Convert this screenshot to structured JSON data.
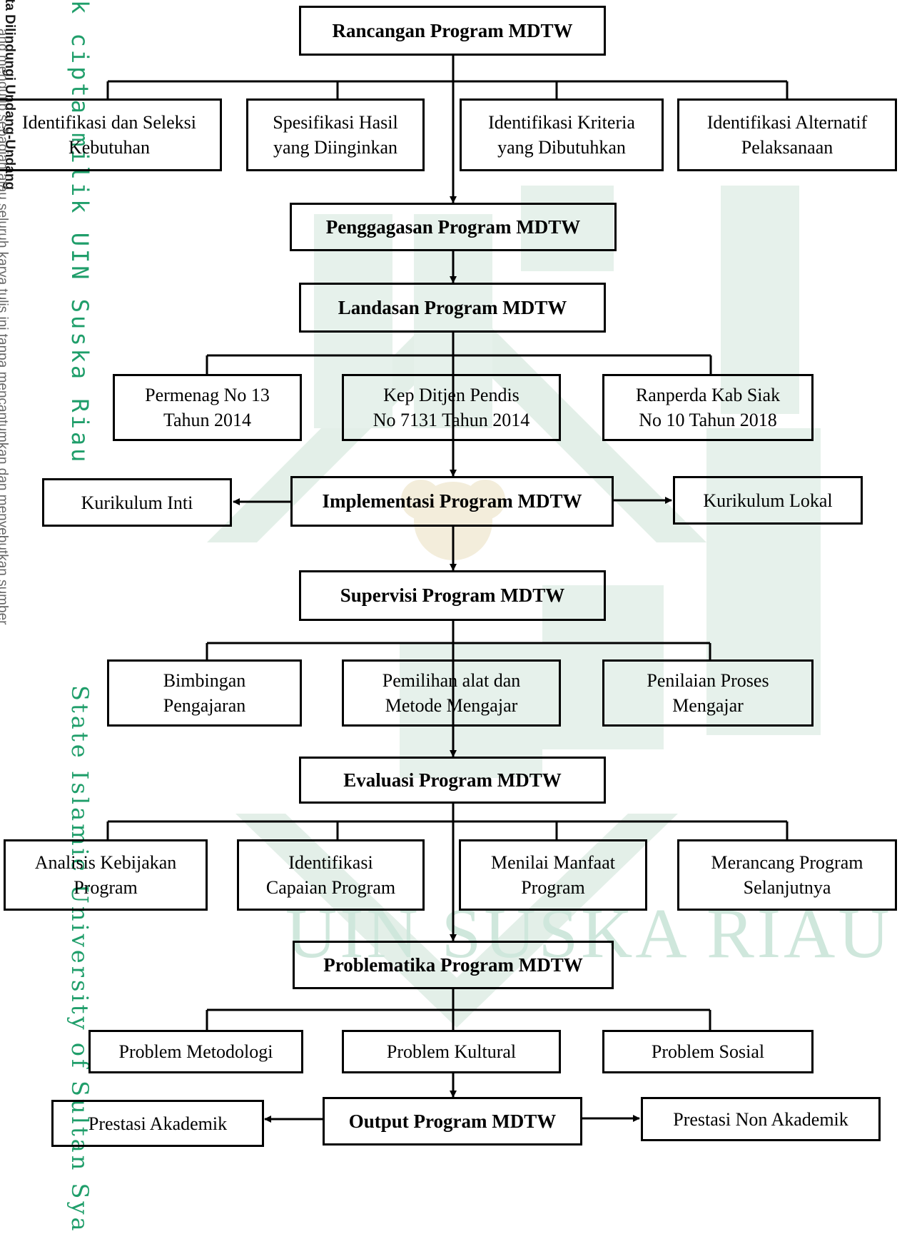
{
  "sidebar": {
    "notice_line1": "ta Dilindungi Undang-Undang",
    "notice_line2": "ang mengutip sebagian atau seluruh karya tulis ini tanpa mencantumkan dan menyebutkan sumber",
    "green_top": "k cipta milik UIN Suska Riau",
    "green_bottom": "State Islamic University of Sultan Sya"
  },
  "watermark": {
    "text": "UIN SUSKA RIAU"
  },
  "diagram": {
    "boxes": {
      "rancangan": "Rancangan Program MDTW",
      "identifikasi_seleksi": "Identifikasi dan Seleksi\nKebutuhan",
      "spesifikasi_hasil": "Spesifikasi Hasil\nyang Diinginkan",
      "identifikasi_kriteria": "Identifikasi Kriteria\nyang Dibutuhkan",
      "identifikasi_alternatif": "Identifikasi Alternatif\nPelaksanaan",
      "penggagasan": "Penggagasan Program MDTW",
      "landasan": "Landasan Program MDTW",
      "permenag": "Permenag No 13\nTahun 2014",
      "kep_ditjen": "Kep Ditjen Pendis\nNo 7131 Tahun 2014",
      "ranperda": "Ranperda Kab Siak\nNo 10 Tahun 2018",
      "kurikulum_inti": "Kurikulum Inti",
      "implementasi": "Implementasi Program MDTW",
      "kurikulum_lokal": "Kurikulum Lokal",
      "supervisi": "Supervisi Program MDTW",
      "bimbingan": "Bimbingan\nPengajaran",
      "pemilihan_alat": "Pemilihan alat dan\nMetode Mengajar",
      "penilaian_proses": "Penilaian Proses\nMengajar",
      "evaluasi": "Evaluasi Program MDTW",
      "analisis_kebijakan": "Analisis Kebijakan\nProgram",
      "identifikasi_capaian": "Identifikasi\nCapaian Program",
      "menilai_manfaat": "Menilai Manfaat\nProgram",
      "merancang_program": "Merancang Program\nSelanjutnya",
      "problematika": "Problematika Program MDTW",
      "problem_metodologi": "Problem Metodologi",
      "problem_kultural": "Problem Kultural",
      "problem_sosial": "Problem Sosial",
      "prestasi_akademik": "Prestasi Akademik",
      "output": "Output Program MDTW",
      "prestasi_non_akademik": "Prestasi Non Akademik"
    }
  }
}
